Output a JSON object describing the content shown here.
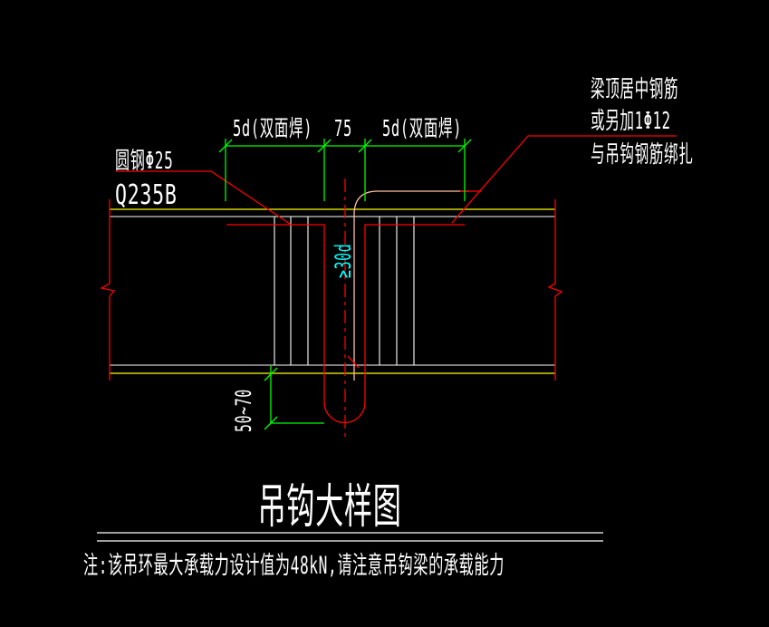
{
  "colors": {
    "bg": "#000000",
    "red": "#fe0000",
    "green": "#00fe00",
    "yellow": "#ffff00",
    "white": "#ffffff",
    "cyan": "#00ffff",
    "salmon": "#ffbfa0"
  },
  "title": {
    "text": "吊钩大样图"
  },
  "note": {
    "text": "注:该吊环最大承载力设计值为48kN,请注意吊钩梁的承载能力"
  },
  "labels": {
    "round_steel": "圆钢Φ25",
    "steel_grade": "Q235B",
    "callout_line1": "梁顶居中钢筋",
    "callout_line2": "或另加1Φ12",
    "callout_line3": "与吊钩钢筋绑扎"
  },
  "dimensions": {
    "weld_left": "5d(双面焊)",
    "spacing": "75",
    "weld_right": "5d(双面焊)",
    "anchorage": "≥30d",
    "hook_bottom": "50~70"
  }
}
